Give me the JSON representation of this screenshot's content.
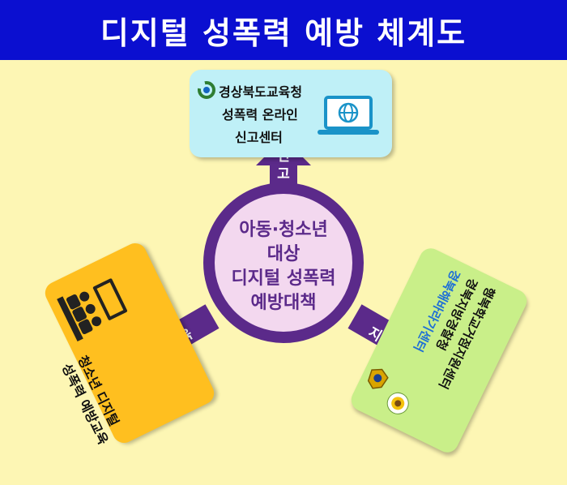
{
  "title": "디지털 성폭력 예방 체계도",
  "colors": {
    "title_bg": "#0b0fd0",
    "background": "#fdf6b4",
    "purple": "#5b2a8a",
    "circle_fill": "#f3d8ef",
    "report_card": "#bff0f7",
    "education_card": "#ffbf1f",
    "support_card": "#c9ef89"
  },
  "center": {
    "lines": [
      "아동·청소년",
      "대상",
      "디지털 성폭력",
      "예방대책"
    ]
  },
  "arrows": {
    "report": "신고",
    "education": "교육",
    "support": "지원"
  },
  "report_card": {
    "org": "경상북도교육청",
    "line2": "성폭력 온라인",
    "line3": "신고센터",
    "icon": "laptop-globe-icon"
  },
  "education_card": {
    "line1": "청소년 디지털",
    "line2": "성폭력 예방교육",
    "icon": "people-classroom-icon"
  },
  "support_card": {
    "line1": "행복학교거점지원센터",
    "line2": "경북지방경찰청",
    "line3": "경북해바라기센터",
    "icons": [
      "police-emblem-icon",
      "sunflower-icon"
    ]
  }
}
